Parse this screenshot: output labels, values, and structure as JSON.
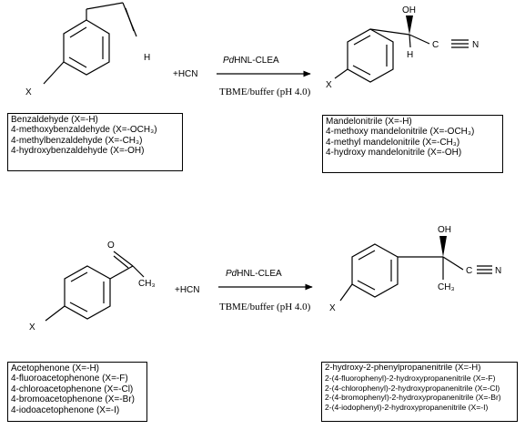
{
  "reaction1": {
    "substrate_aldehyde_H": "H",
    "substrate_X": "X",
    "reagent": "+HCN",
    "catalyst_prefix": "Pd",
    "catalyst_suffix": "HNL-CLEA",
    "conditions": "TBME/buffer (pH 4.0)",
    "product_OH": "OH",
    "product_H": "H",
    "product_N": "N",
    "product_X": "X",
    "substrates": [
      "Benzaldehyde (X=-H)",
      "4-methoxybenzaldehyde (X=-OCH₃)",
      "4-methylbenzaldehyde (X=-CH₃)",
      "4-hydroxybenzaldehyde (X=-OH)"
    ],
    "products": [
      "Mandelonitrile (X=-H)",
      "4-methoxy mandelonitrile (X=-OCH₃)",
      "4-methyl mandelonitrile (X=-CH₃)",
      "4-hydroxy mandelonitrile (X=-OH)"
    ]
  },
  "reaction2": {
    "substrate_O": "O",
    "substrate_CH3": "CH₃",
    "substrate_X": "X",
    "reagent": "+HCN",
    "catalyst_prefix": "Pd",
    "catalyst_suffix": "HNL-CLEA",
    "conditions": "TBME/buffer (pH 4.0)",
    "product_OH": "OH",
    "product_CH3": "CH₃",
    "product_N": "N",
    "product_X": "X",
    "substrates": [
      "Acetophenone (X=-H)",
      "4-fluoroacetophenone (X=-F)",
      "4-chloroacetophenone (X=-Cl)",
      "4-bromoacetophenone (X=-Br)",
      "4-iodoacetophenone (X=-I)"
    ],
    "products": [
      "2-hydroxy-2-phenylpropanenitrile (X=-H)",
      "2-(4-fluorophenyl)-2-hydroxypropanenitrile (X=-F)",
      "2-(4-chlorophenyl)-2-hydroxypropanenitrile (X=-Cl)",
      "2-(4-bromophenyl)-2-hydroxypropanenitrile (X=-Br)",
      "2-(4-iodophenyl)-2-hydroxypropanenitrile (X=-I)"
    ]
  }
}
